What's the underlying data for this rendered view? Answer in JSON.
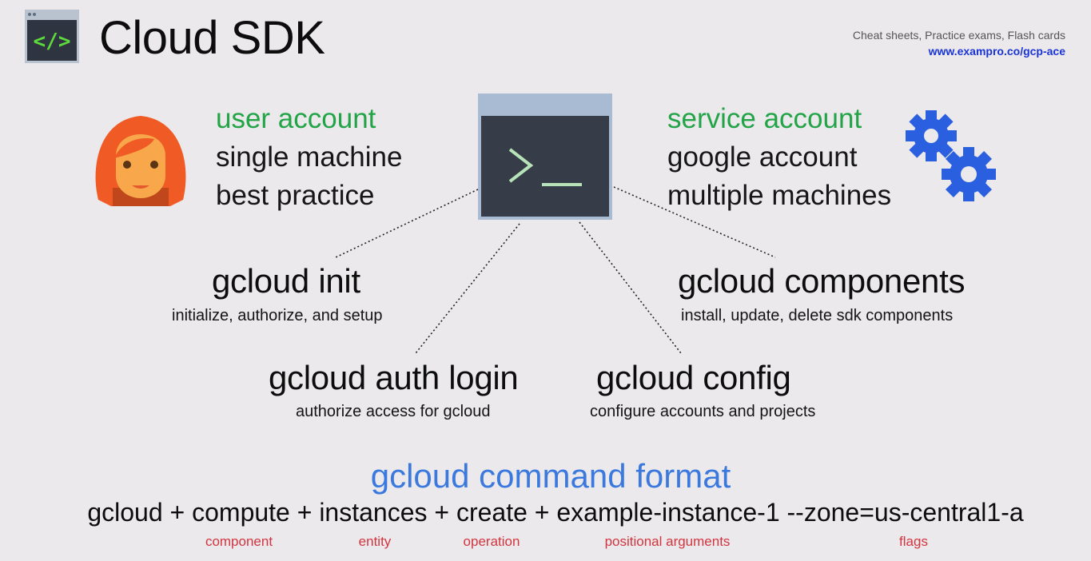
{
  "header": {
    "title": "Cloud SDK",
    "promo_line1": "Cheat sheets, Practice exams, Flash cards",
    "promo_line2": "www.exampro.co/gcp-ace"
  },
  "user_account": {
    "heading": "user account",
    "lines": [
      "single machine",
      "best practice"
    ]
  },
  "service_account": {
    "heading": "service account",
    "lines": [
      "google account",
      "multiple machines"
    ]
  },
  "commands": {
    "init": {
      "name": "gcloud init",
      "desc": "initialize, authorize, and setup"
    },
    "components": {
      "name": "gcloud components",
      "desc": "install, update, delete sdk components"
    },
    "auth": {
      "name": "gcloud auth login",
      "desc": "authorize access for gcloud"
    },
    "config": {
      "name": "gcloud config",
      "desc": "configure accounts and projects"
    }
  },
  "format": {
    "title": "gcloud command format",
    "example": "gcloud + compute + instances + create + example-instance-1 --zone=us-central1-a",
    "labels": [
      "component",
      "entity",
      "operation",
      "positional arguments",
      "flags"
    ]
  },
  "icons": {
    "logo": "code-window-icon",
    "user": "user-avatar-icon",
    "terminal": "terminal-icon",
    "service": "gears-icon"
  },
  "colors": {
    "green": "#22a447",
    "blue_heading": "#3b79de",
    "label_red": "#d2353f",
    "link_blue": "#1a34d6",
    "gear_blue": "#2a5fe0",
    "terminal_bg": "#363d49",
    "terminal_frame": "#a9bbd2",
    "hair": "#f05a24"
  }
}
